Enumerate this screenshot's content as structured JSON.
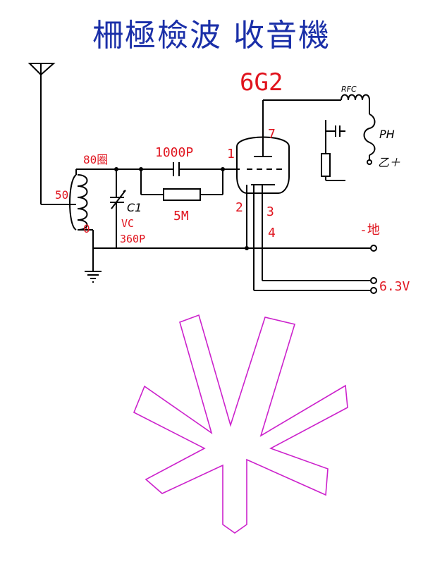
{
  "title": "柵極檢波  收音機",
  "tube": {
    "name": "6G2",
    "pin1": "1",
    "pin2": "2",
    "pin3": "3",
    "pin4": "4",
    "pin7": "7"
  },
  "coil": {
    "tap_top": "80圈",
    "tap_mid": "50",
    "tap_bottom": "0"
  },
  "capacitor_grid": "1000P",
  "resistor_grid": "5M",
  "tuning_cap": {
    "ref": "C1",
    "type": "VC",
    "value": "360P"
  },
  "rfc": "RFC",
  "phones": "PH",
  "b_plus": "乙＋",
  "ground_terminal": "-地",
  "heater_voltage": "6.3V",
  "colors": {
    "title": "#1a2fa8",
    "labels": "#e0141e",
    "logo": "#cc22cc"
  }
}
